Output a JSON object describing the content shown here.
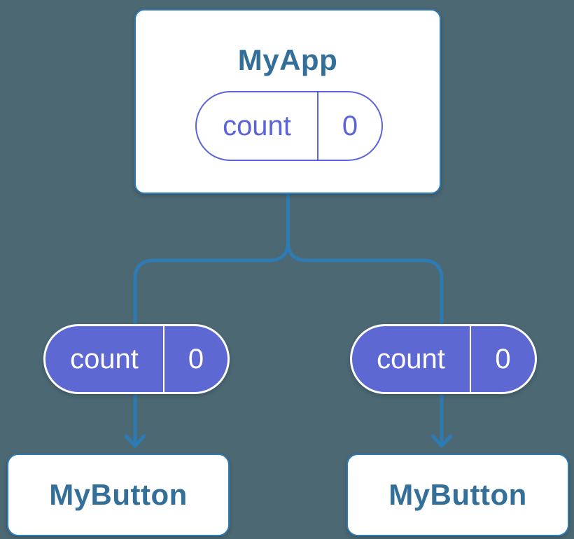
{
  "diagram": {
    "description": "component-tree-state-diagram",
    "palette": {
      "background": "#4c6873",
      "card_background": "#ffffff",
      "card_border": "#2e7ab2",
      "card_title_text": "#346f9a",
      "connector_line": "#2e7ab2",
      "state_pill_outline": "#5a63d8",
      "state_pill_text": "#5a63d8",
      "prop_pill_fill": "#5e68d3",
      "prop_pill_border": "#ffffff",
      "prop_pill_text": "#ffffff"
    },
    "root": {
      "title": "MyApp",
      "state": {
        "name": "count",
        "value": "0"
      }
    },
    "children": [
      {
        "title": "MyButton",
        "prop": {
          "name": "count",
          "value": "0"
        }
      },
      {
        "title": "MyButton",
        "prop": {
          "name": "count",
          "value": "0"
        }
      }
    ]
  }
}
